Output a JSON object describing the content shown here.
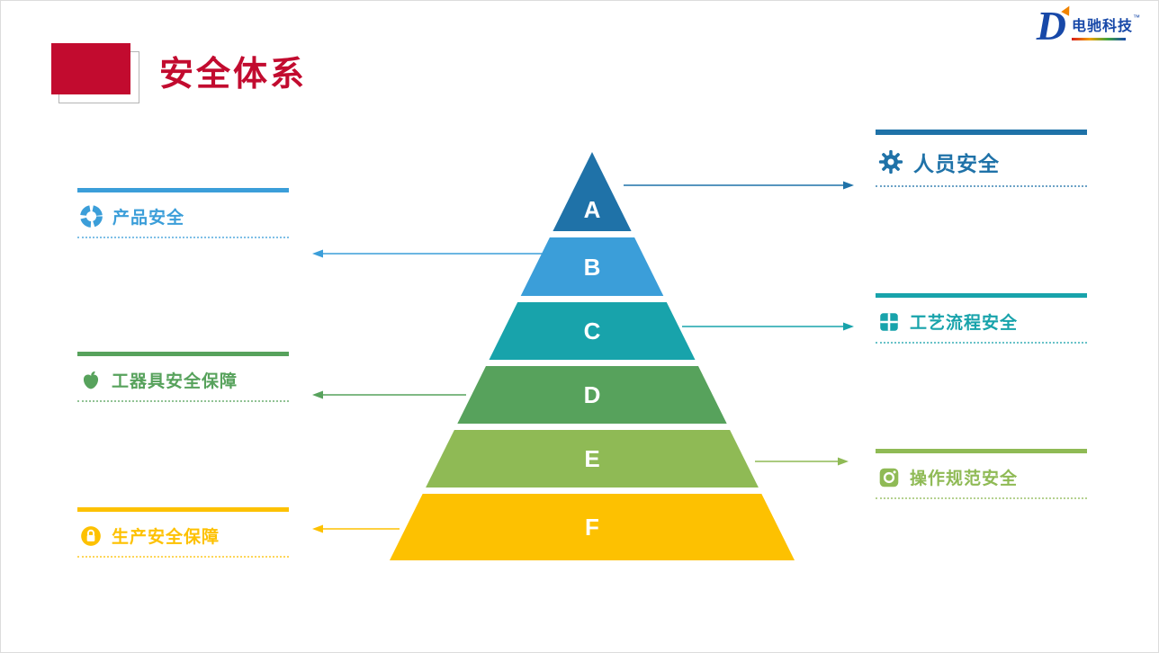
{
  "slide": {
    "title": "安全体系",
    "title_color": "#c20b2f"
  },
  "logo": {
    "d": "D",
    "company": "电驰科技",
    "tm": "™",
    "color": "#1748a8"
  },
  "pyramid": {
    "levels": [
      {
        "letter": "A",
        "color": "#1f72a8"
      },
      {
        "letter": "B",
        "color": "#3b9ed9"
      },
      {
        "letter": "C",
        "color": "#18a3ab"
      },
      {
        "letter": "D",
        "color": "#57a25c"
      },
      {
        "letter": "E",
        "color": "#8fba55"
      },
      {
        "letter": "F",
        "color": "#fdc101"
      }
    ]
  },
  "callouts": [
    {
      "text": "人员安全",
      "color": "#1f72a8",
      "icon": "gear-icon",
      "side": "right"
    },
    {
      "text": "产品安全",
      "color": "#3b9ed9",
      "icon": "aperture-icon",
      "side": "left"
    },
    {
      "text": "工艺流程安全",
      "color": "#18a3ab",
      "icon": "window-grid-icon",
      "side": "right"
    },
    {
      "text": "工器具安全保障",
      "color": "#57a25c",
      "icon": "apple-icon",
      "side": "left"
    },
    {
      "text": "操作规范安全",
      "color": "#8fba55",
      "icon": "camera-icon",
      "side": "right"
    },
    {
      "text": "生产安全保障",
      "color": "#fdc101",
      "icon": "lock-icon",
      "side": "left"
    }
  ]
}
